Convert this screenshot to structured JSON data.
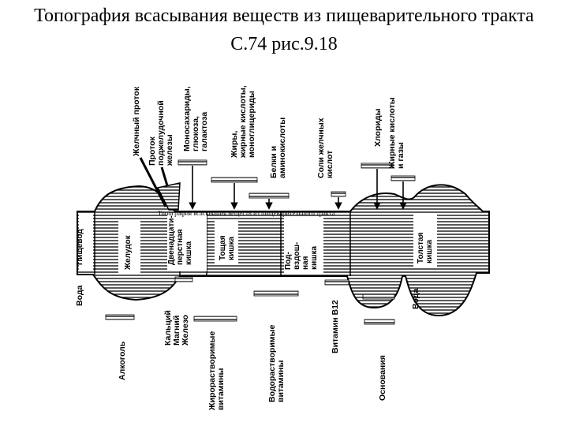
{
  "title": {
    "line1": "Топография всасывания веществ из пищеварительного тракта",
    "line2": "С.74 рис.9.18"
  },
  "figure_caption": "Топография всасывания веществ из пищеварительного тракта",
  "segments": [
    [
      "Пищевод"
    ],
    [
      "Желудок"
    ],
    [
      "Двенадцати-",
      "перстная",
      "кишка"
    ],
    [
      "Тощая",
      "кишка"
    ],
    [
      "Под-",
      "вздош-",
      "ная",
      "кишка"
    ],
    [
      "Толстая",
      "кишка"
    ]
  ],
  "top_labels": [
    [
      "Желчный проток"
    ],
    [
      "Проток",
      "поджелудочной",
      "железы"
    ],
    [
      "Моносахариды,",
      "глюкоза,",
      "галактоза"
    ],
    [
      "Жиры,",
      "жирные кислоты,",
      "моноглицериды"
    ],
    [
      "Белки и",
      "аминокислоты"
    ],
    [
      "Соли желчных",
      "кислот"
    ],
    [
      "Хлориды"
    ],
    [
      "Жирные кислоты",
      "и газы"
    ]
  ],
  "bottom_labels": [
    [
      "Вода"
    ],
    [
      "Алкоголь"
    ],
    [
      "Кальций",
      "Магний",
      "Железо"
    ],
    [
      "Жирорастворимые",
      "витамины"
    ],
    [
      "Водорастворимые",
      "витамины"
    ],
    [
      "Витамин B12"
    ],
    [
      "Основания"
    ],
    [
      "Вода"
    ]
  ]
}
